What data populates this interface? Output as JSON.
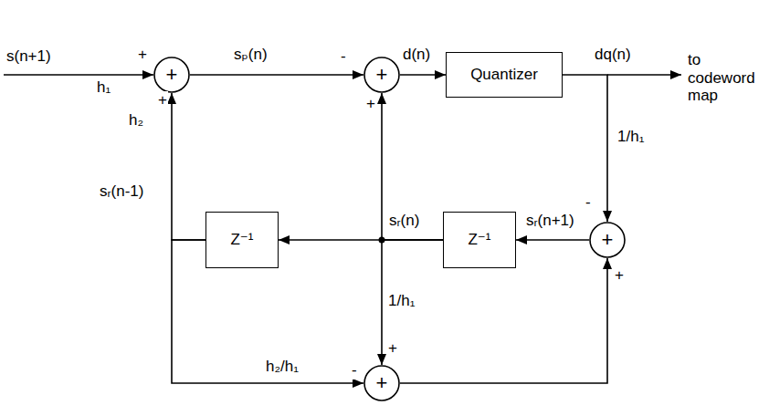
{
  "diagram": {
    "nodes": [
      {
        "text": [
          "+"
        ]
      },
      {
        "text": [
          "+"
        ]
      },
      {
        "text": [
          "Quantizer"
        ]
      },
      {
        "text": [
          "Z⁻¹"
        ]
      },
      {
        "text": [
          "Z⁻¹"
        ]
      },
      {
        "text": [
          "+"
        ]
      },
      {
        "text": [
          "+"
        ]
      }
    ],
    "edges": [
      {
        "from": 0,
        "to": 1,
        "arrow": "to",
        "label": "sₚ(n)"
      },
      {
        "from": 1,
        "to": 2,
        "arrow": "to",
        "label": "d(n)"
      },
      {
        "from": 2,
        "to": 5,
        "arrow": "to",
        "label": "1/h₁"
      },
      {
        "from": 5,
        "to": 4,
        "arrow": "to",
        "label": "sᵣ(n+1)"
      },
      {
        "from": 4,
        "to": 3,
        "arrow": "to",
        "label": "sᵣ(n)"
      },
      {
        "from": 4,
        "to": 1,
        "arrow": "to"
      },
      {
        "from": 4,
        "to": 6,
        "arrow": "to",
        "label": "1/h₁"
      },
      {
        "from": 3,
        "to": 0,
        "arrow": "to",
        "label": "sᵣ(n-1)"
      },
      {
        "from": 3,
        "to": 6,
        "arrow": "to",
        "label": "h₂/h₁"
      },
      {
        "from": 6,
        "to": 5,
        "arrow": "to"
      }
    ],
    "labels": [
      "s(n+1)",
      "+",
      "h₁",
      "+",
      "h₂",
      "-",
      "+",
      "dq(n)",
      "to codeword map",
      "-",
      "+",
      "+",
      "-"
    ]
  }
}
